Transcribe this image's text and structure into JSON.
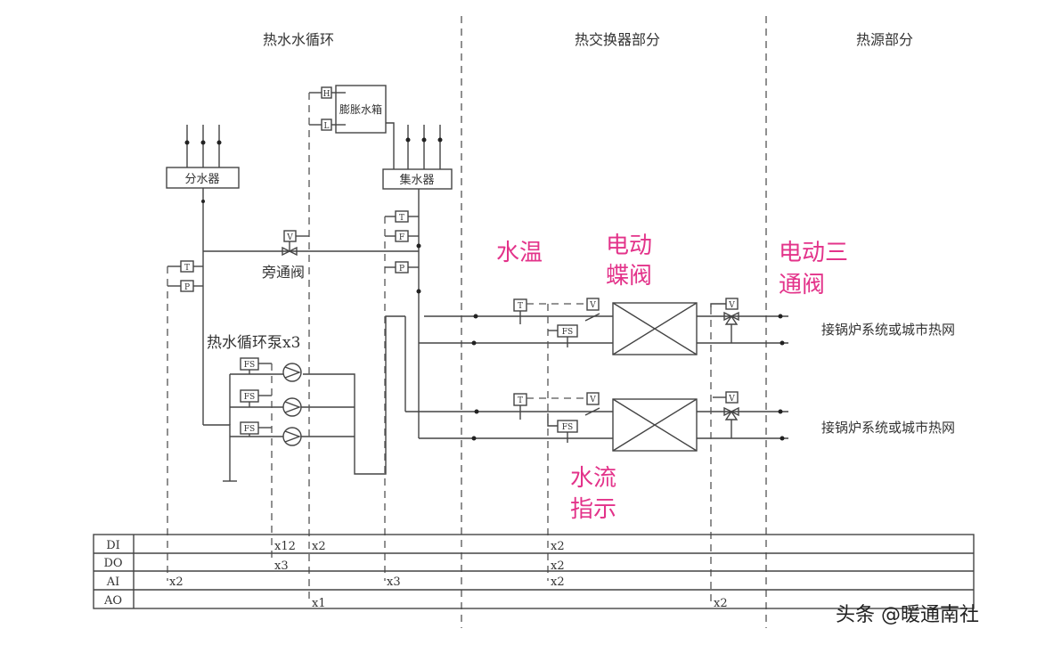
{
  "sections": {
    "circulation": "热水水循环",
    "exchanger": "热交换器部分",
    "source": "热源部分"
  },
  "equipment": {
    "distributor": "分水器",
    "collector": "集水器",
    "expansion_tank": "膨胀水箱",
    "bypass_valve": "旁通阀",
    "pumps": "热水循环泵x3",
    "grid_upper": "接锅炉系统或城市热网",
    "grid_lower": "接锅炉系统或城市热网"
  },
  "sensor_tags": {
    "temp": "T",
    "pressure": "P",
    "flow": "F",
    "flow_switch": "FS",
    "valve": "V",
    "high": "H",
    "low": "L"
  },
  "annotations": {
    "water_temp": "水温",
    "butterfly_1": "电动",
    "butterfly_2": "蝶阀",
    "three_way_1": "电动三",
    "three_way_2": "通阀",
    "flow_1": "水流",
    "flow_2": "指示"
  },
  "io_table": {
    "rows": [
      "DI",
      "DO",
      "AI",
      "AO"
    ],
    "entries": {
      "di_pump": "x12",
      "di_tank": "x2",
      "di_hx": "x2",
      "do_pump": "x3",
      "do_hx": "x2",
      "ai_left": "x2",
      "ai_collector": "x3",
      "ai_hx": "x2",
      "ao_bypass": "x1",
      "ao_three_way": "x2"
    }
  },
  "watermark": "头条 @暖通南社",
  "colors": {
    "annotation": "#e3338a",
    "line": "#444444"
  }
}
